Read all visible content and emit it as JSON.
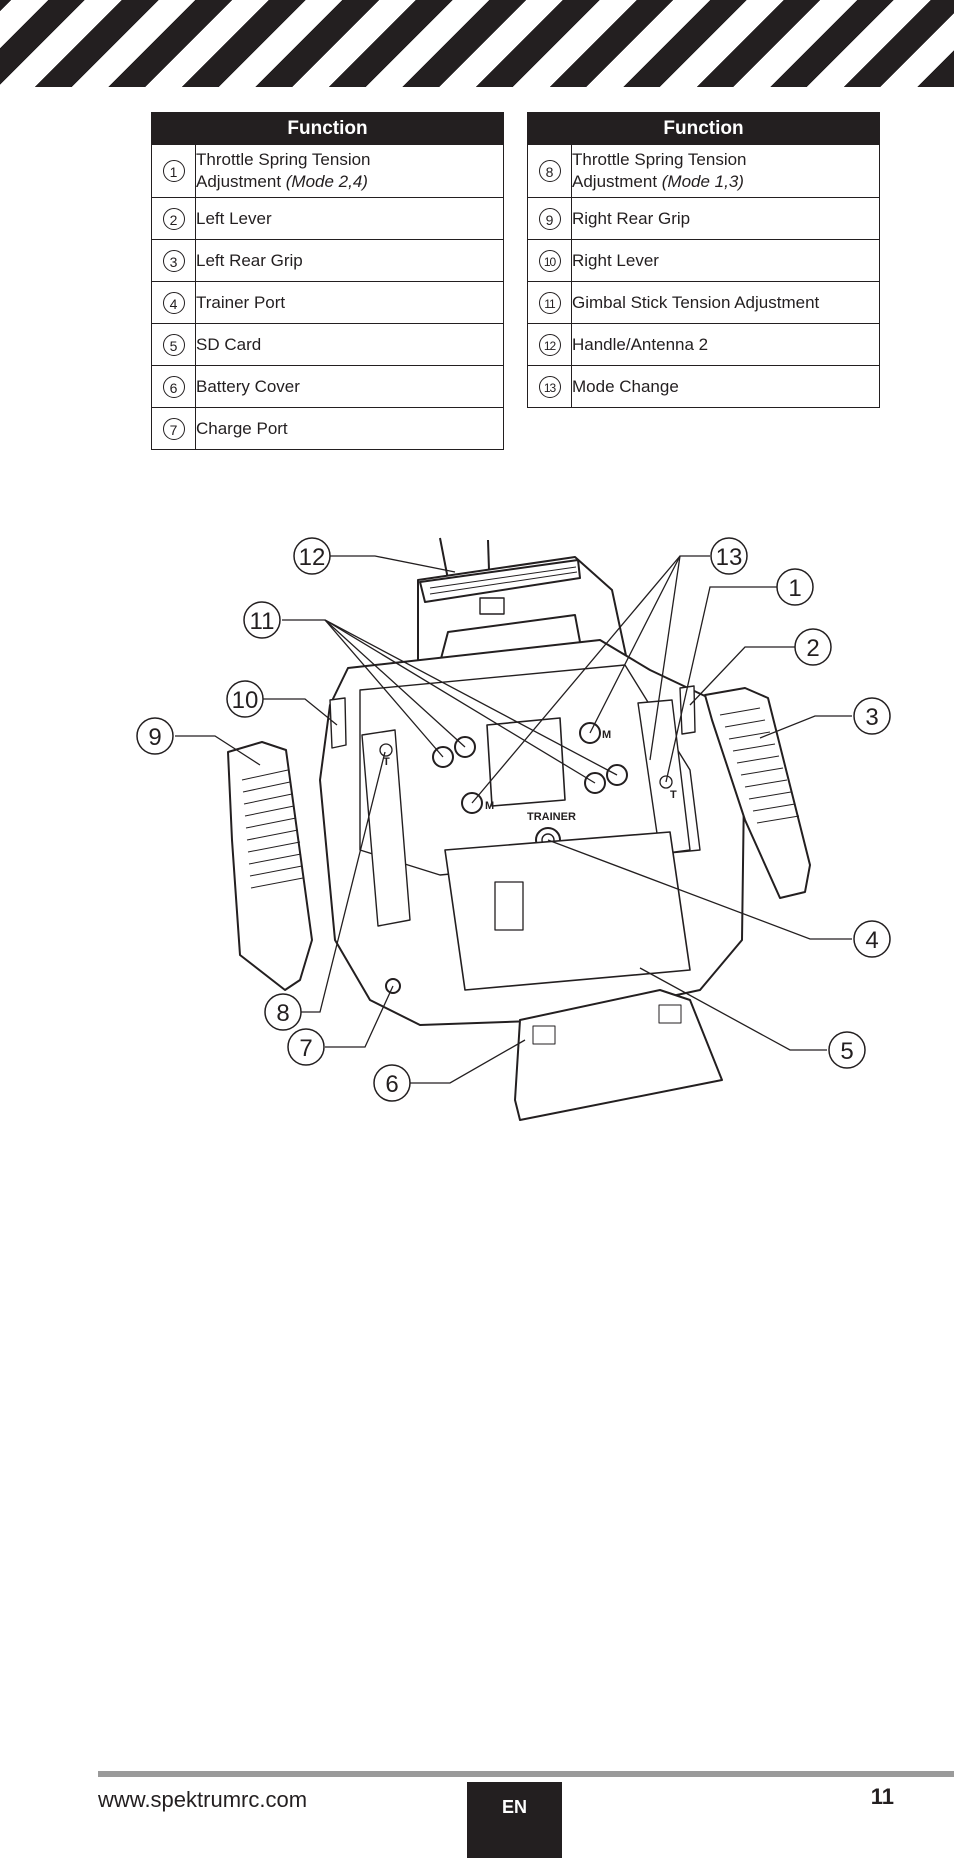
{
  "tables": [
    {
      "header": "Function",
      "rows": [
        {
          "num": "1",
          "line1": "Throttle Spring Tension",
          "line2": "Adjustment ",
          "mode": "(Mode 2,4)"
        },
        {
          "num": "2",
          "label": "Left Lever"
        },
        {
          "num": "3",
          "label": "Left Rear Grip"
        },
        {
          "num": "4",
          "label": "Trainer Port"
        },
        {
          "num": "5",
          "label": "SD Card"
        },
        {
          "num": "6",
          "label": "Battery Cover"
        },
        {
          "num": "7",
          "label": "Charge Port"
        }
      ]
    },
    {
      "header": "Function",
      "rows": [
        {
          "num": "8",
          "line1": "Throttle Spring Tension",
          "line2": "Adjustment ",
          "mode": "(Mode 1,3)"
        },
        {
          "num": "9",
          "label": "Right Rear Grip"
        },
        {
          "num": "10",
          "label": "Right Lever"
        },
        {
          "num": "11",
          "label": "Gimbal Stick Tension Adjustment"
        },
        {
          "num": "12",
          "label": "Handle/Antenna 2"
        },
        {
          "num": "13",
          "label": "Mode Change"
        }
      ]
    }
  ],
  "diagram": {
    "callouts": [
      "1",
      "2",
      "3",
      "4",
      "5",
      "6",
      "7",
      "8",
      "9",
      "10",
      "11",
      "12",
      "13"
    ],
    "labels": {
      "trainer": "TRAINER",
      "mode_left": "M",
      "mode_right": "M",
      "throttle_left": "T",
      "throttle_right": "T"
    }
  },
  "footer": {
    "url": "www.spektrumrc.com",
    "lang": "EN",
    "page": "11"
  },
  "colors": {
    "ink": "#231f20",
    "footer_bar": "#9a9a9a"
  }
}
